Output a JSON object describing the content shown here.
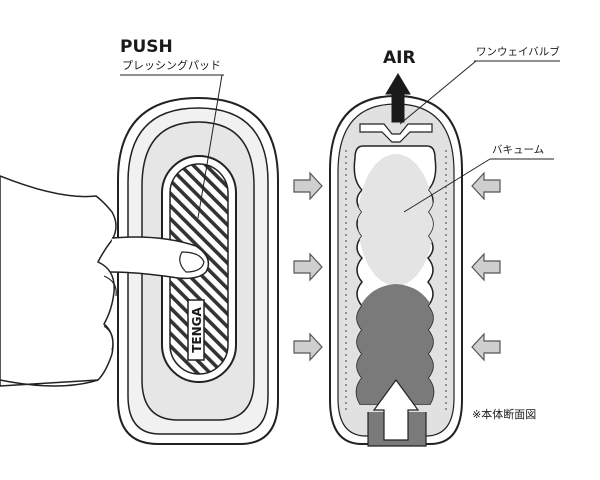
{
  "diagram": {
    "left": {
      "action_label": "PUSH",
      "part_label": "プレッシングパッド",
      "logo_text": "TENGA"
    },
    "right": {
      "flow_label": "AIR",
      "valve_label": "ワンウェイバルブ",
      "vacuum_label": "バキューム",
      "note": "※本体断面図"
    }
  }
}
